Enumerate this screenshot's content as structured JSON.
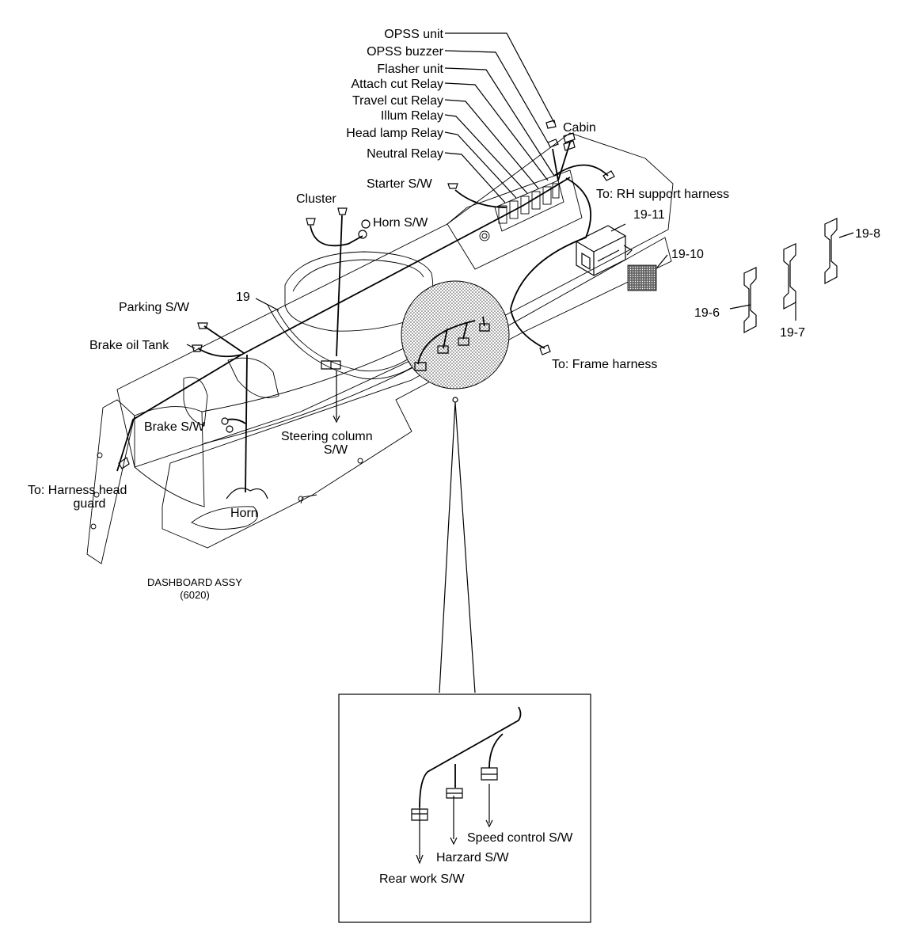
{
  "labels": {
    "opss_unit": "OPSS unit",
    "opss_buzzer": "OPSS buzzer",
    "flasher_unit": "Flasher unit",
    "attach_cut_relay": "Attach cut Relay",
    "travel_cut_relay": "Travel cut Relay",
    "illum_relay": "Illum Relay",
    "head_lamp_relay": "Head lamp Relay",
    "neutral_relay": "Neutral Relay",
    "cabin": "Cabin",
    "starter_sw": "Starter S/W",
    "rh_support": "To: RH support harness",
    "cluster": "Cluster",
    "horn_sw": "Horn S/W",
    "p19_11": "19-11",
    "p19_10": "19-10",
    "p19_8": "19-8",
    "p19_7": "19-7",
    "p19_6": "19-6",
    "p19": "19",
    "parking_sw": "Parking S/W",
    "brake_oil_tank": "Brake oil Tank",
    "brake_sw": "Brake S/W",
    "frame_harness": "To: Frame harness",
    "steering_line1": "Steering column",
    "steering_line2": "S/W",
    "head_guard_line1": "To: Harness head",
    "head_guard_line2": "guard",
    "horn": "Horn",
    "assy_line1": "DASHBOARD ASSY",
    "assy_line2": "(6020)",
    "speed_control_sw": "Speed control S/W",
    "harzard_sw": "Harzard S/W",
    "rear_work_sw": "Rear work S/W"
  }
}
